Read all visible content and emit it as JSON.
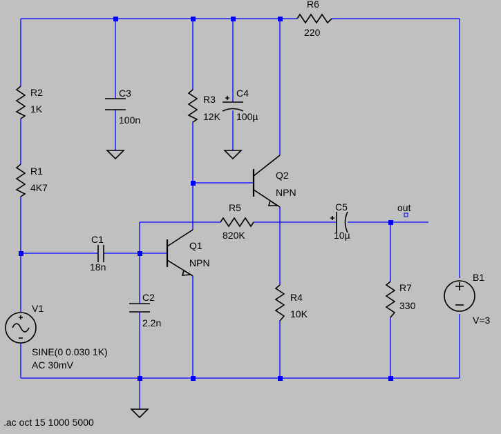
{
  "components": {
    "R6": {
      "name": "R6",
      "value": "220"
    },
    "R2": {
      "name": "R2",
      "value": "1K"
    },
    "R1": {
      "name": "R1",
      "value": "4K7"
    },
    "C3": {
      "name": "C3",
      "value": "100n"
    },
    "R3": {
      "name": "R3",
      "value": "12K"
    },
    "C4": {
      "name": "C4",
      "value": "100µ"
    },
    "Q2": {
      "name": "Q2",
      "type": "NPN"
    },
    "R5": {
      "name": "R5",
      "value": "820K"
    },
    "C5": {
      "name": "C5",
      "value": "10µ"
    },
    "C1": {
      "name": "C1",
      "value": "18n"
    },
    "Q1": {
      "name": "Q1",
      "type": "NPN"
    },
    "C2": {
      "name": "C2",
      "value": "2.2n"
    },
    "R4": {
      "name": "R4",
      "value": "10K"
    },
    "R7": {
      "name": "R7",
      "value": "330"
    },
    "B1": {
      "name": "B1",
      "value": "V=3"
    },
    "V1": {
      "name": "V1",
      "value_line1": "SINE(0 0.030 1K)",
      "value_line2": "AC 30mV"
    }
  },
  "net_labels": {
    "out": "out"
  },
  "directive": ".ac oct 15 1000 5000",
  "colors": {
    "background": "#c0c0c0",
    "wire": "#0000ff",
    "component": "#000000",
    "text": "#000000"
  }
}
